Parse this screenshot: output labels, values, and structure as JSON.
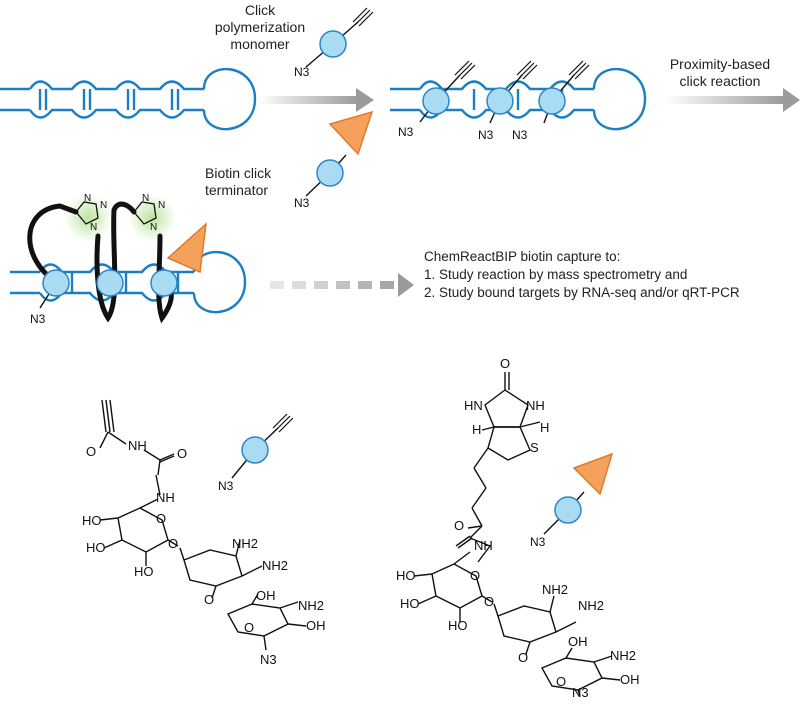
{
  "labels": {
    "click_monomer": [
      "Click",
      "polymerization",
      "monomer"
    ],
    "biotin_terminator": [
      "Biotin click",
      "terminator"
    ],
    "proximity": [
      "Proximity-based",
      "click reaction"
    ],
    "capture_title": "ChemReactBIP  biotin capture to:",
    "capture_steps": [
      "1. Study reaction by mass spectrometry and",
      "2. Study bound targets by RNA-seq and/or qRT-PCR"
    ]
  },
  "chem": {
    "azide": "N3",
    "nh": "NH",
    "nh2": "NH2",
    "oh": "OH",
    "ho": "HO",
    "o": "O",
    "s": "S",
    "h": "H",
    "hn": "HN",
    "n": "N"
  },
  "colors": {
    "rna_blue": "#1b7fc4",
    "bead_fill": "#a9dcf3",
    "bead_stroke": "#2d86c4",
    "triangle_fill": "#f5a15c",
    "triangle_stroke": "#e07a2c",
    "arrow_gray": "#9a9a9a",
    "triazole_glow": "#b8e39a",
    "linker_black": "#111111"
  }
}
